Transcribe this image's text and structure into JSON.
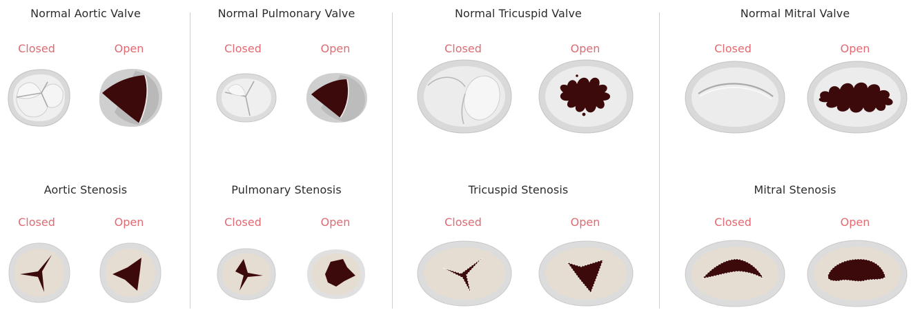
{
  "colors": {
    "title": "#2b2b2b",
    "state_label": "#e06a72",
    "divider": "#cfcfcf",
    "normal_ring": "#d9d9d9",
    "normal_fill": "#eeeeee",
    "stenosis_ring": "#dcdcdc",
    "stenosis_fill": "#e6ddd2",
    "opening": "#3d0a0c"
  },
  "columns": [
    {
      "normal": {
        "title": "Normal Aortic Valve",
        "closed": "Closed",
        "open": "Open"
      },
      "stenosis": {
        "title": "Aortic Stenosis",
        "closed": "Closed",
        "open": "Open"
      }
    },
    {
      "normal": {
        "title": "Normal Pulmonary Valve",
        "closed": "Closed",
        "open": "Open"
      },
      "stenosis": {
        "title": "Pulmonary Stenosis",
        "closed": "Closed",
        "open": "Open"
      }
    },
    {
      "normal": {
        "title": "Normal Tricuspid Valve",
        "closed": "Closed",
        "open": "Open"
      },
      "stenosis": {
        "title": "Tricuspid Stenosis",
        "closed": "Closed",
        "open": "Open"
      }
    },
    {
      "normal": {
        "title": "Normal Mitral Valve",
        "closed": "Closed",
        "open": "Open"
      },
      "stenosis": {
        "title": "Mitral Stenosis",
        "closed": "Closed",
        "open": "Open"
      }
    }
  ]
}
